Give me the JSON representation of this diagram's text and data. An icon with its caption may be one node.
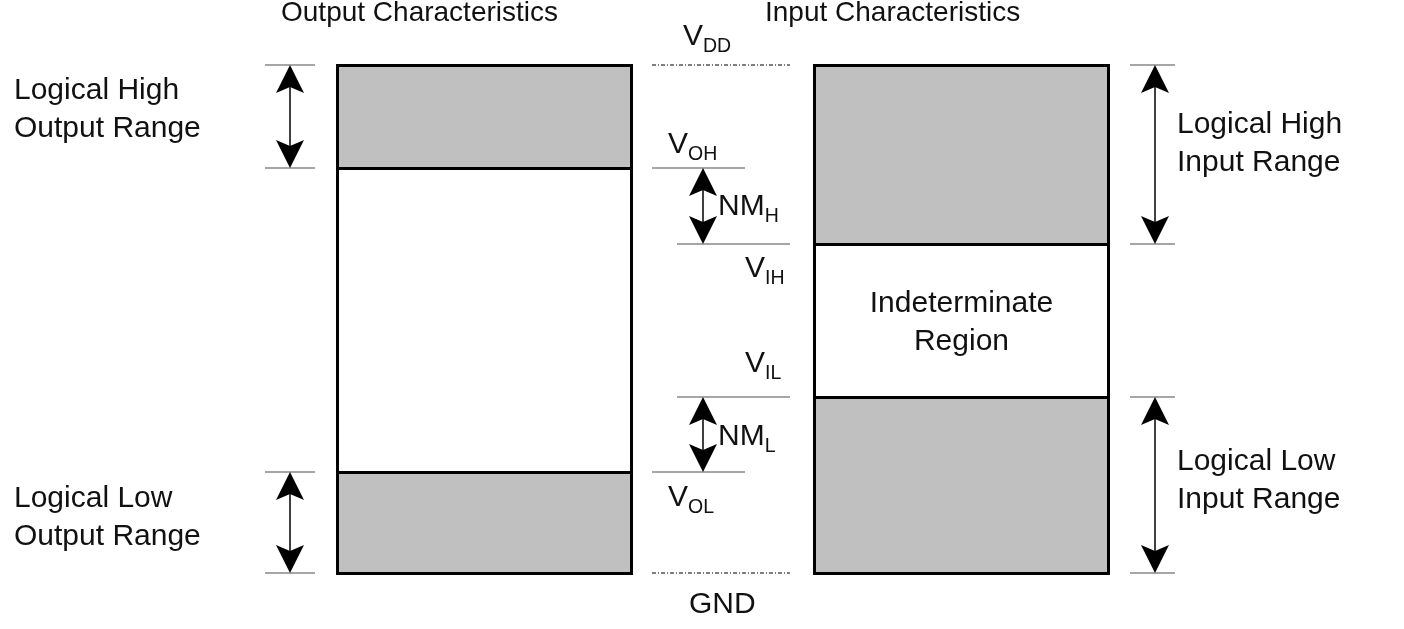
{
  "diagram": {
    "nodes": [
      {
        "text": [],
        "shape": "box"
      },
      {
        "text": [],
        "shape": "box"
      },
      {
        "text": [],
        "shape": "box"
      },
      {
        "text": [],
        "shape": "box"
      },
      {
        "text": [
          "Indeterminate Region"
        ]
      },
      {
        "text": [],
        "shape": "box"
      }
    ],
    "labels": [
      "Output Characteristics",
      "Input Characteristics",
      "V$_{DD}$",
      "Logical High Output Range",
      "Logical High Input Range",
      "V$_{OH}$",
      "NM$_{H}$",
      "V$_{IH}$",
      "V$_{IL}$",
      "NM$_{L}$",
      "Logical Low Output Range",
      "V$_{OL}$",
      "Logical Low Input Range",
      "GND"
    ]
  }
}
